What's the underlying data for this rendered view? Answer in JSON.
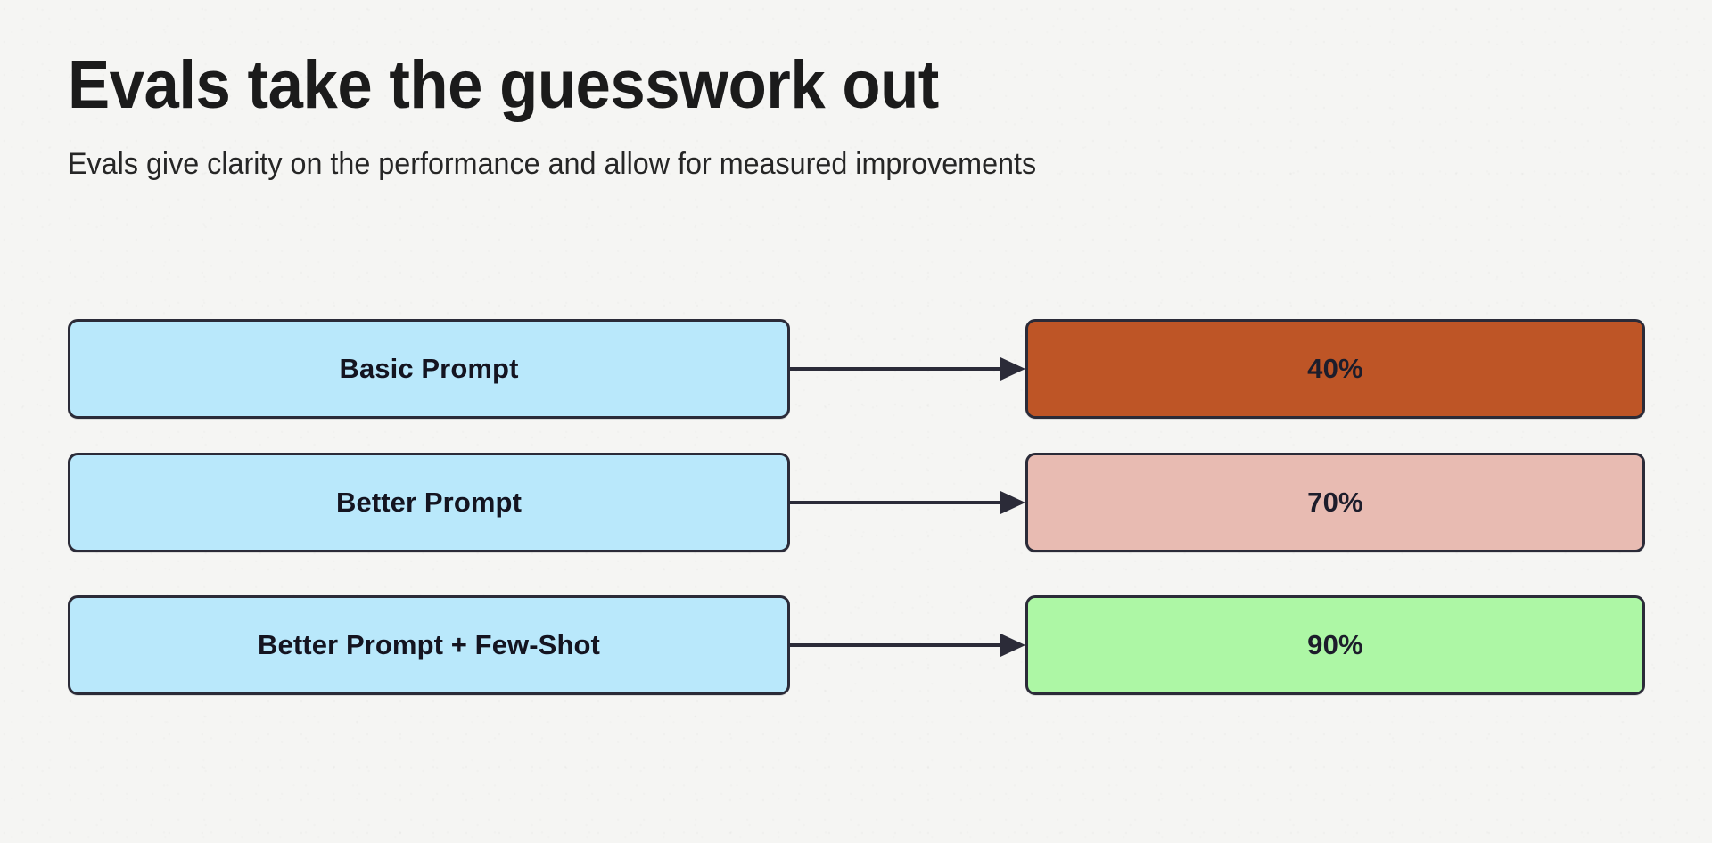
{
  "header": {
    "title": "Evals take the guesswork out",
    "subtitle": "Evals give clarity on the performance and allow for measured improvements"
  },
  "colors": {
    "background": "#f5f5f3",
    "border": "#2b2b38",
    "source_fill": "#b9e8fb",
    "text_dark": "#141420",
    "arrow": "#2b2b38",
    "result_fill_0": "#be5526",
    "result_fill_1": "#e8bbb2",
    "result_fill_2": "#adf7a5"
  },
  "chart_data": {
    "type": "bar",
    "title": "Evals take the guesswork out",
    "categories": [
      "Basic Prompt",
      "Better Prompt",
      "Better Prompt + Few-Shot"
    ],
    "values": [
      40,
      70,
      90
    ],
    "value_labels": [
      "40%",
      "70%",
      "90%"
    ],
    "xlabel": "",
    "ylabel": "",
    "ylim": [
      0,
      100
    ]
  },
  "flow": {
    "rows": [
      {
        "source_label": "Basic Prompt",
        "result_label": "40%",
        "result_color": "#be5526",
        "connector_icon": "arrow-right-icon"
      },
      {
        "source_label": "Better Prompt",
        "result_label": "70%",
        "result_color": "#e8bbb2",
        "connector_icon": "arrow-right-icon"
      },
      {
        "source_label": "Better Prompt + Few-Shot",
        "result_label": "90%",
        "result_color": "#adf7a5",
        "connector_icon": "arrow-right-icon"
      }
    ]
  }
}
